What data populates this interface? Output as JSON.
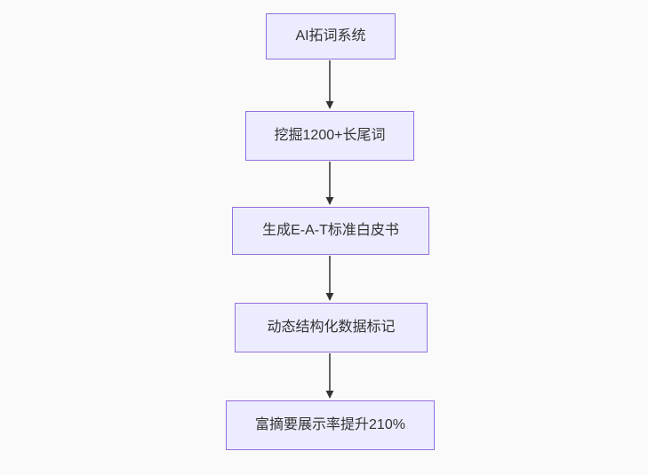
{
  "diagram": {
    "type": "flowchart",
    "direction": "top-down",
    "nodes": [
      {
        "id": "A",
        "label": "AI拓词系统"
      },
      {
        "id": "B",
        "label": "挖掘1200+长尾词"
      },
      {
        "id": "C",
        "label": "生成E-A-T标准白皮书"
      },
      {
        "id": "D",
        "label": "动态结构化数据标记"
      },
      {
        "id": "E",
        "label": "富摘要展示率提升210%"
      }
    ],
    "edges": [
      {
        "from": "A",
        "to": "B"
      },
      {
        "from": "B",
        "to": "C"
      },
      {
        "from": "C",
        "to": "D"
      },
      {
        "from": "D",
        "to": "E"
      }
    ],
    "colors": {
      "background": "#FAFAFA",
      "node_fill": "#ECECFF",
      "node_border": "#9370DB",
      "text": "#333333",
      "arrow": "#333333"
    }
  }
}
